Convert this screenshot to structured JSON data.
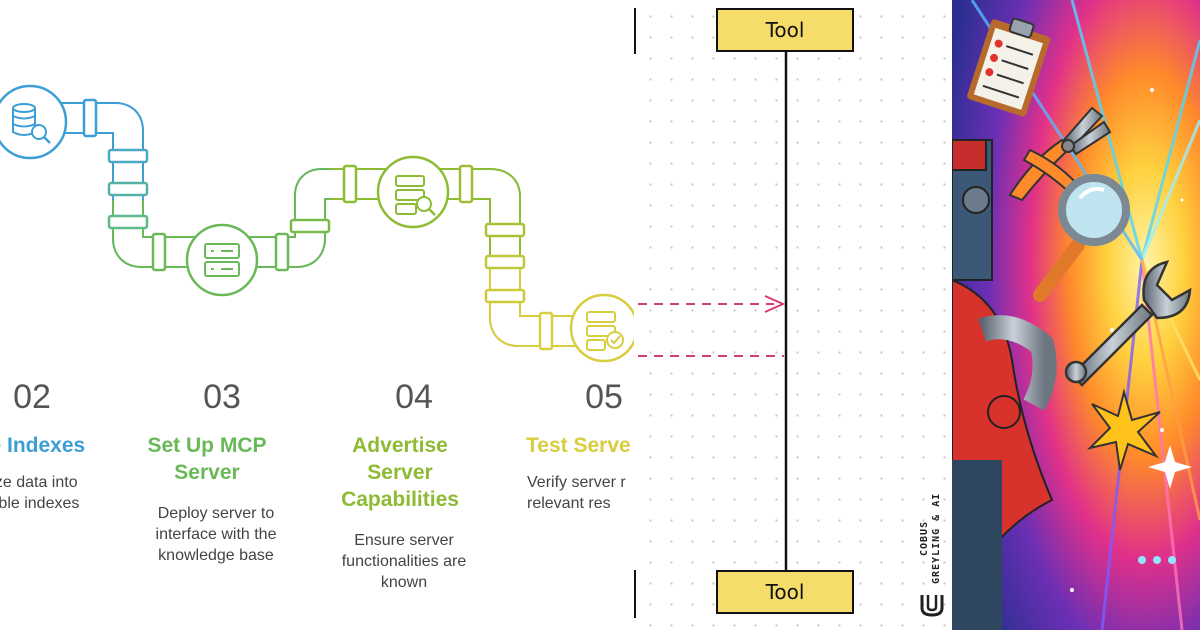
{
  "steps": [
    {
      "number": "02",
      "title": "ate Indexes",
      "description": "nize data into\nhable indexes",
      "color": "#3b9fd6"
    },
    {
      "number": "03",
      "title": "Set Up MCP\nServer",
      "description": "Deploy server to\ninterface with the\nknowledge base",
      "color": "#6ab959"
    },
    {
      "number": "04",
      "title": "Advertise\nServer\nCapabilities",
      "description": "Ensure server\nfunctionalities are\nknown",
      "color": "#8dbb34"
    },
    {
      "number": "05",
      "title": "Test Serve",
      "description": "Verify server r\nrelevant res",
      "color": "#d8cd3e"
    }
  ],
  "sequence": {
    "top_box_label": "Tool",
    "bottom_box_label": "Tool",
    "box_color": "#f6dd6b",
    "arrow_color": "#d63d6c"
  },
  "brand": {
    "text": "COBUS GREYLING & AI"
  },
  "illustration_icons": [
    "clipboard-icon",
    "pliers-icon",
    "magnifier-icon",
    "wrench-icon",
    "star-icon",
    "robot-icon"
  ]
}
